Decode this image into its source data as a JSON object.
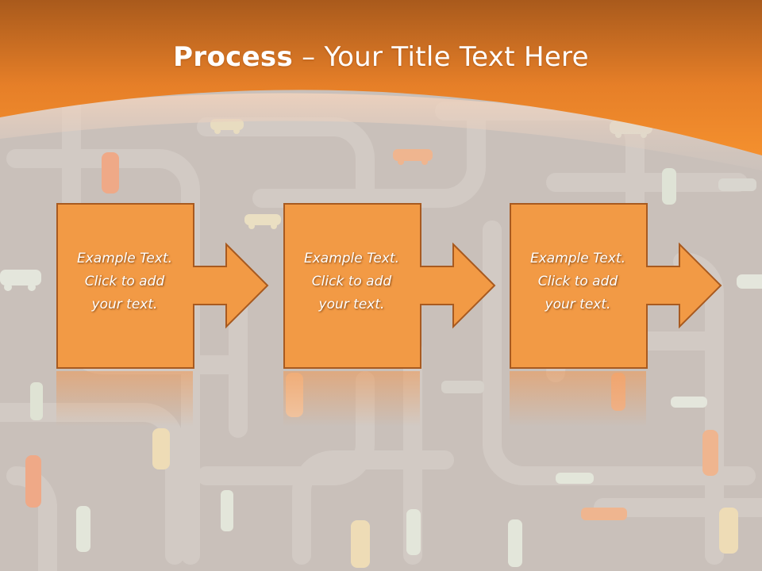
{
  "title": {
    "bold": "Process",
    "rest": " – Your Title Text Here"
  },
  "steps": [
    {
      "line1": "Example Text.",
      "line2": "Click  to add",
      "line3": "your text."
    },
    {
      "line1": "Example Text.",
      "line2": "Click  to add",
      "line3": "your text."
    },
    {
      "line1": "Example Text.",
      "line2": "Click  to add",
      "line3": "your text."
    }
  ],
  "colors": {
    "header_dark": "#a95a1c",
    "header_light": "#f28a2b",
    "background": "#c9c0ba",
    "box_fill": "#f29a45",
    "box_border": "#a85a20"
  }
}
